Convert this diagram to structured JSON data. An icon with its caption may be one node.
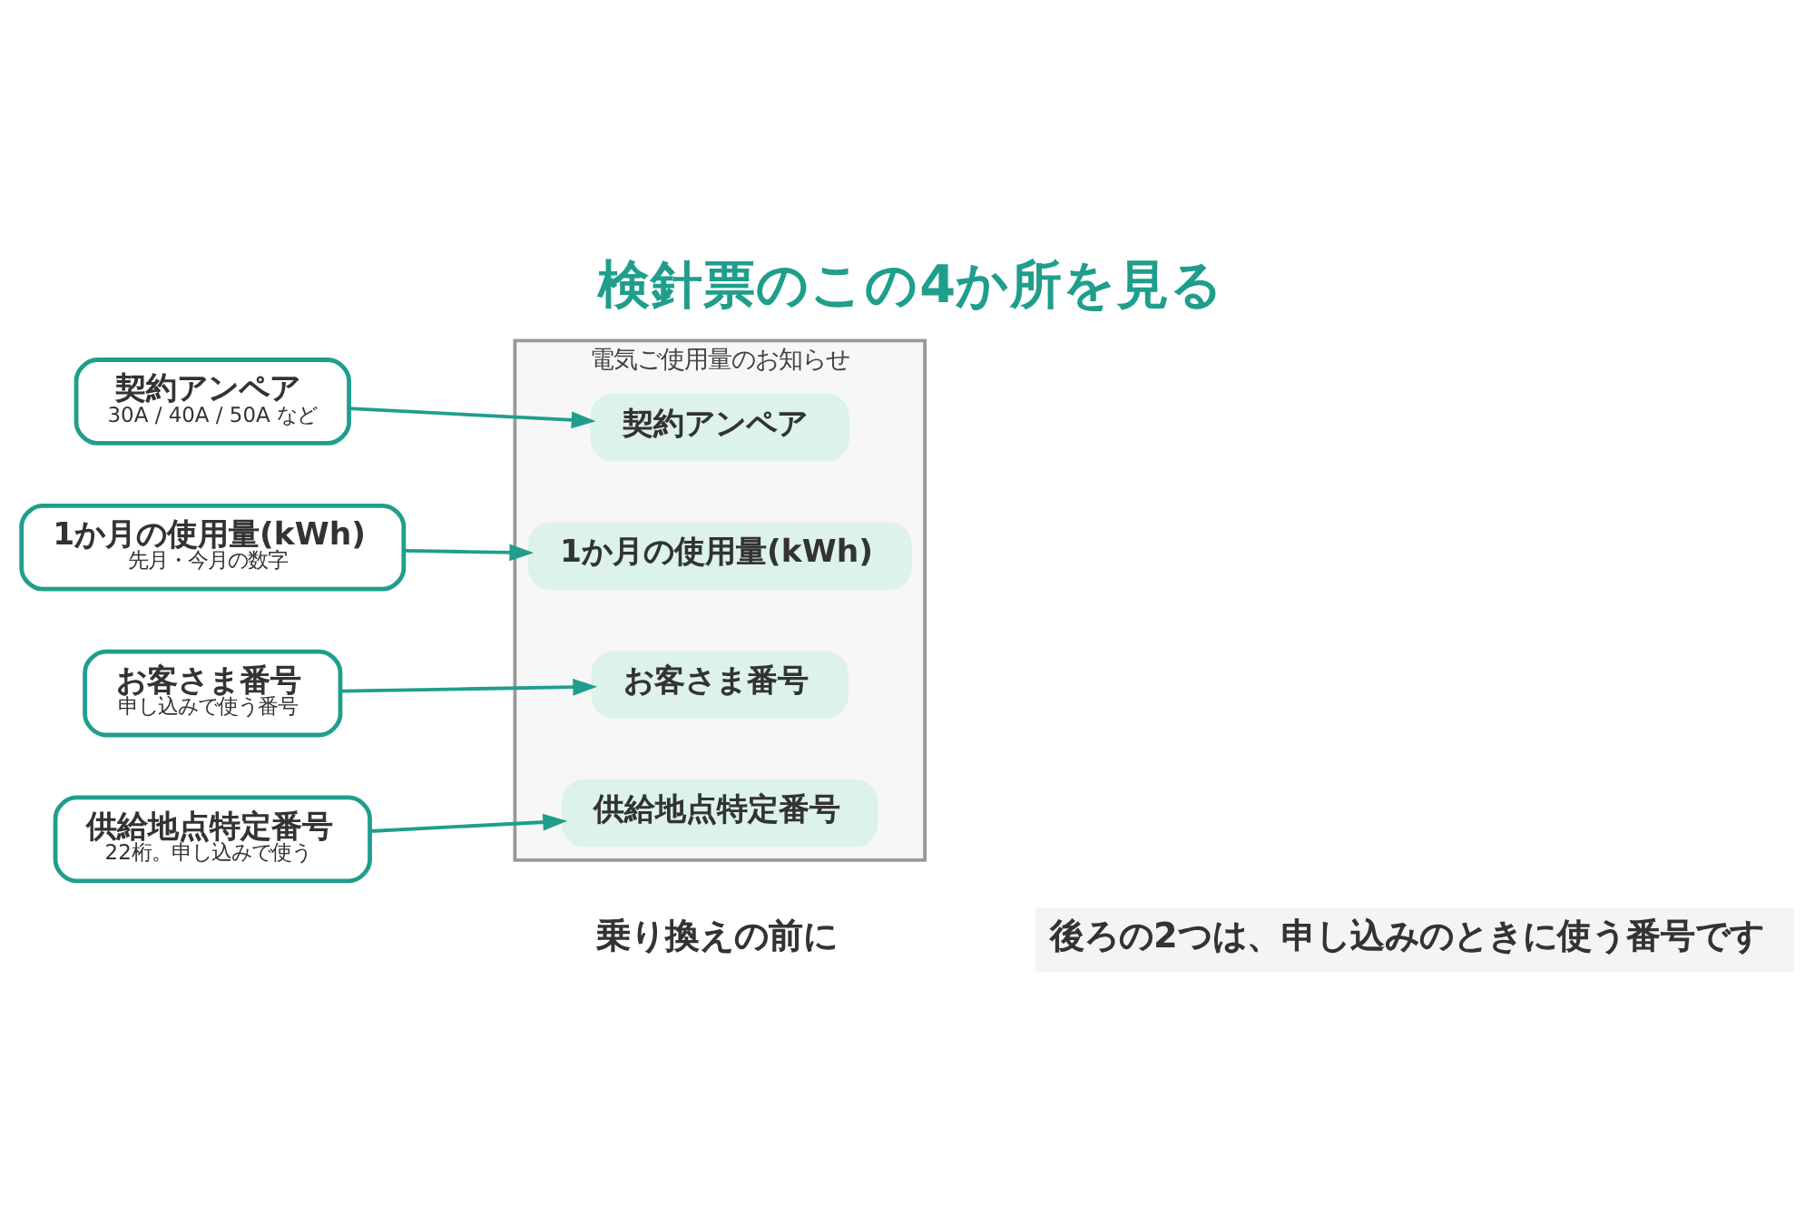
{
  "diagram": {
    "title": "検針票のこの4か所を見る",
    "caption": "後ろの2つは、申し込みのときに使う番号です",
    "nodes": [
      {
        "text": [
          "電気ご使用量のお知らせ"
        ]
      },
      {
        "text": [
          "契約アンペア"
        ],
        "in": 0
      },
      {
        "text": [
          "1か月の使用量(kWh)"
        ],
        "in": 0
      },
      {
        "text": [
          "お客さま番号"
        ],
        "in": 0
      },
      {
        "text": [
          "供給地点特定番号"
        ],
        "in": 0
      },
      {
        "text": [
          "契約アンペア",
          "30A / 40A / 50A など"
        ]
      },
      {
        "text": [
          "1か月の使用量(kWh)",
          "先月・今月の数字"
        ]
      },
      {
        "text": [
          "お客さま番号",
          "申し込みで使う番号"
        ]
      },
      {
        "text": [
          "供給地点特定番号",
          "22桁。申し込みで使う"
        ]
      }
    ],
    "edges": [
      {
        "from": 5,
        "to": 1,
        "arrow": "to"
      },
      {
        "from": 6,
        "to": 2,
        "arrow": "to"
      },
      {
        "from": 7,
        "to": 3,
        "arrow": "to"
      },
      {
        "from": 8,
        "to": 4,
        "arrow": "to"
      }
    ],
    "labels": [
      "乗り換えの前に"
    ]
  }
}
